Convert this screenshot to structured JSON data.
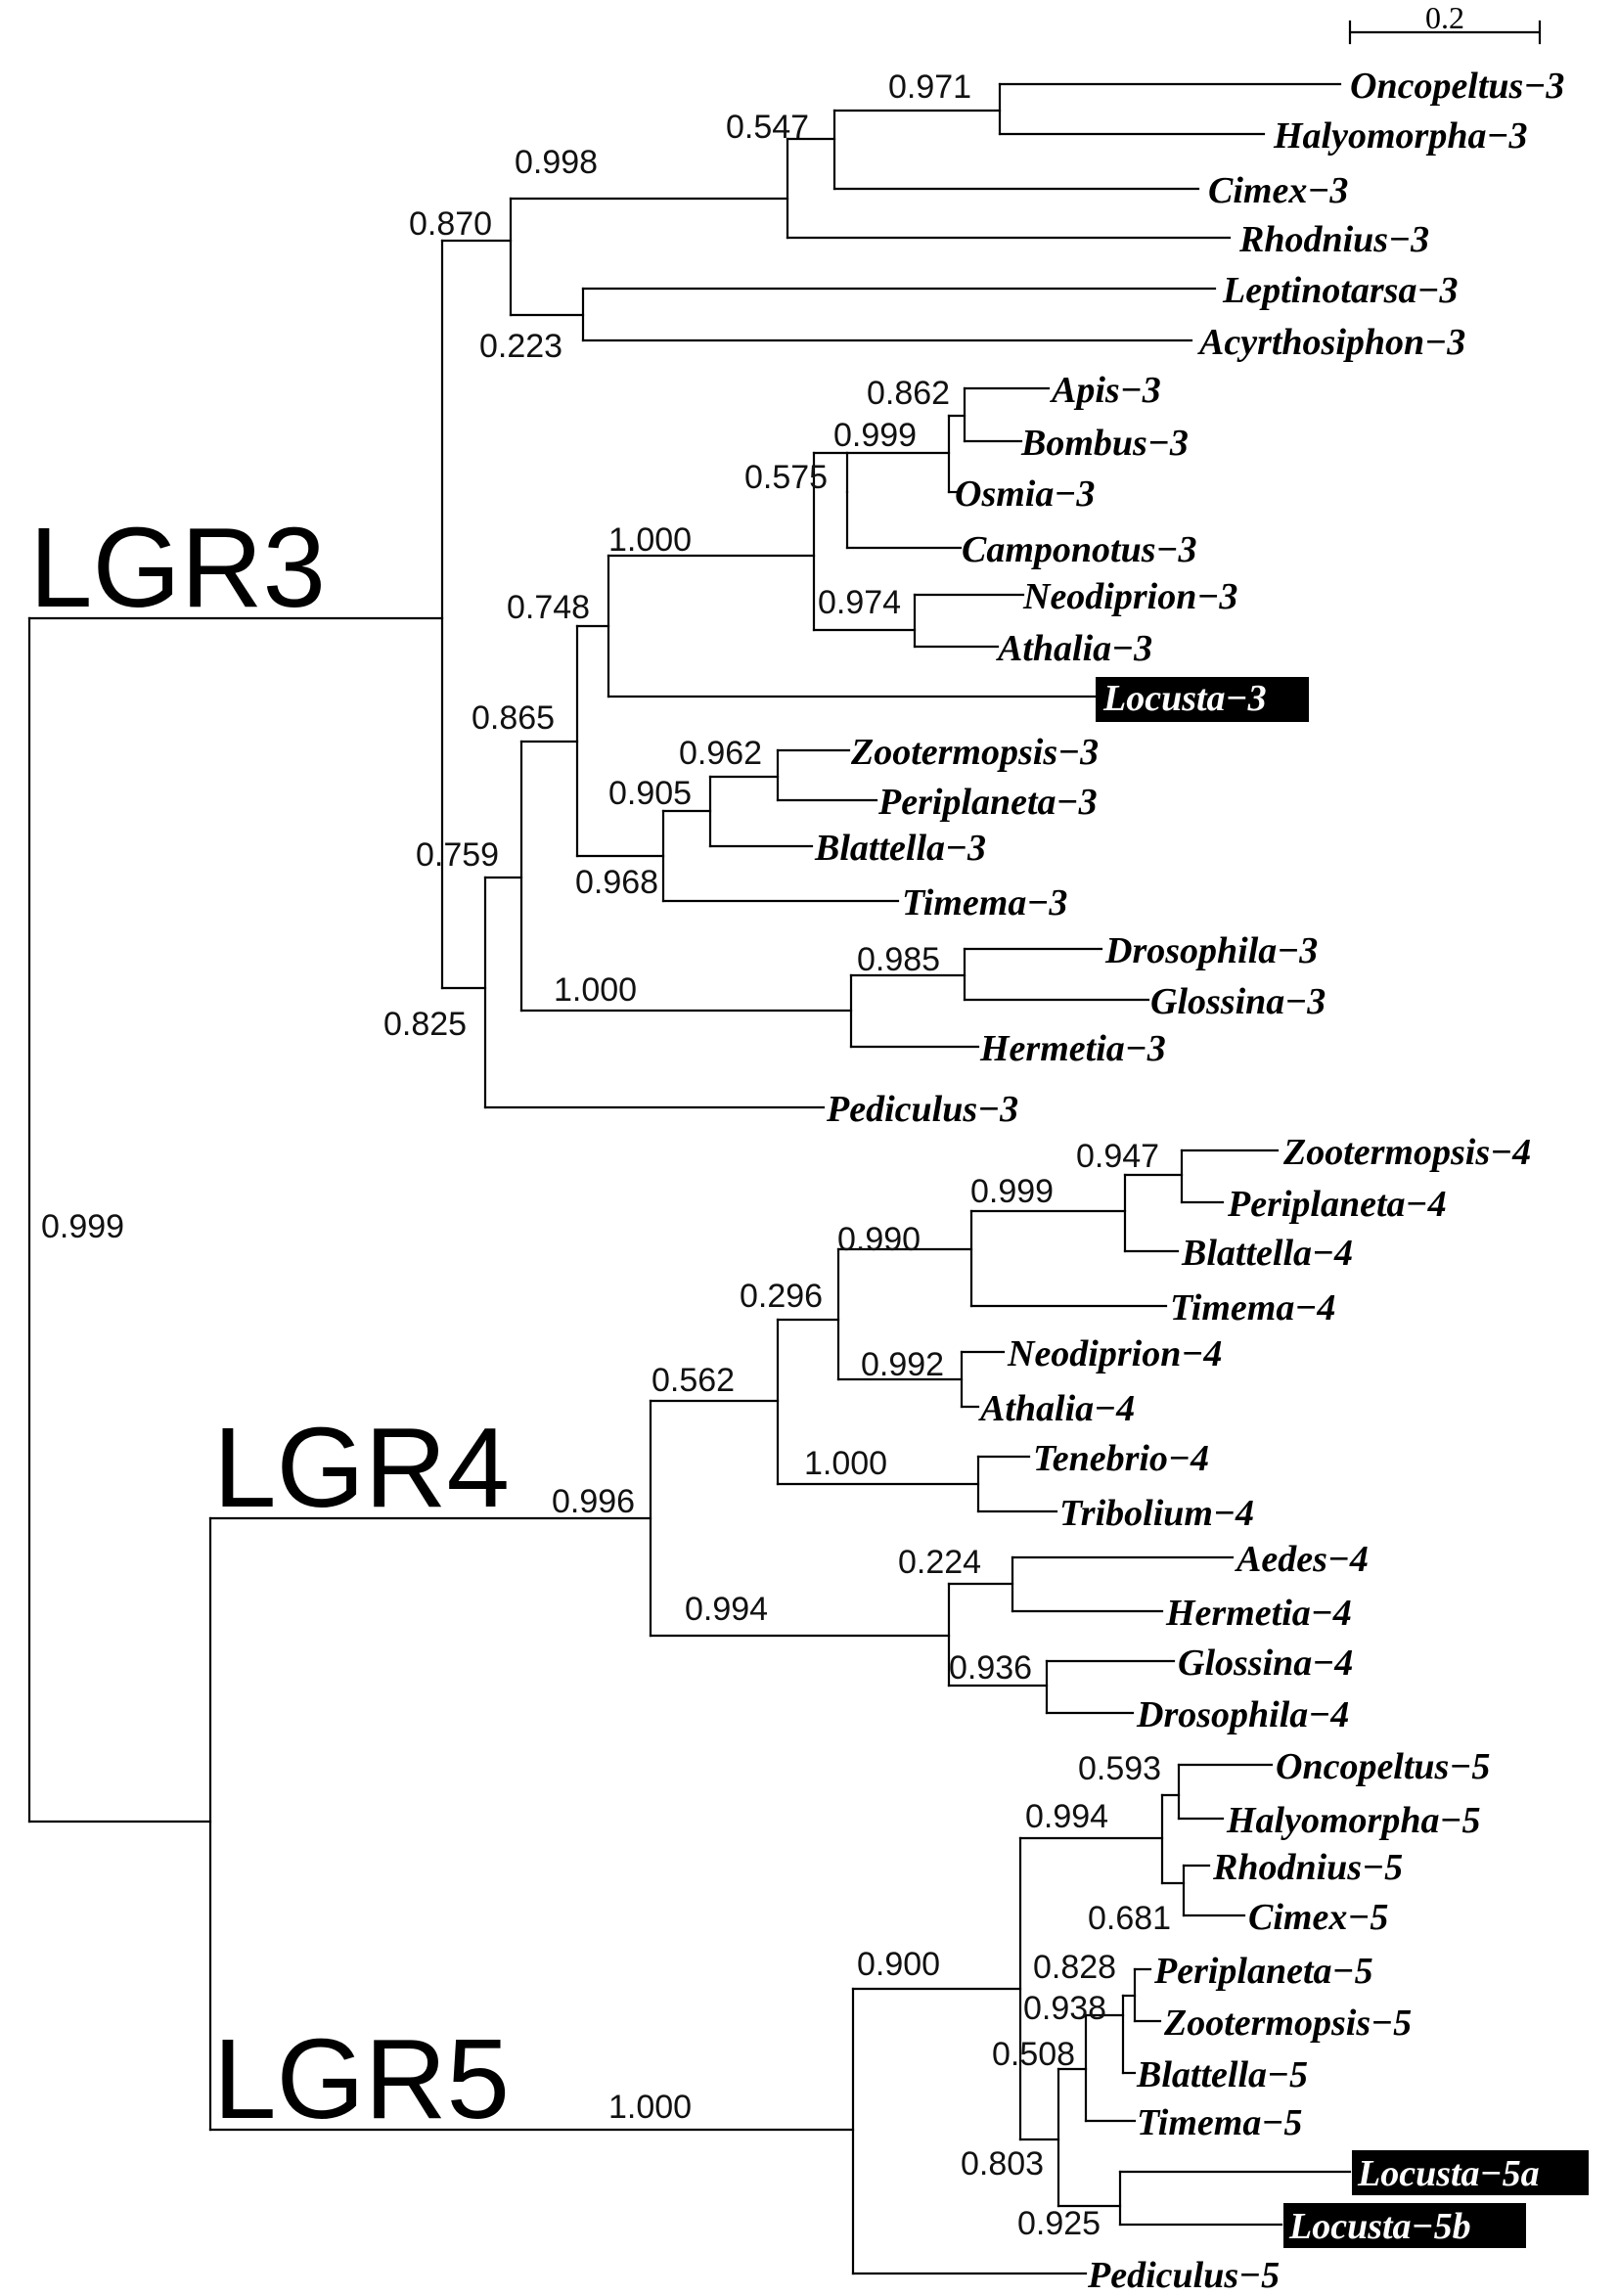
{
  "scale_bar": {
    "label": "0.2"
  },
  "groups": {
    "lgr3": "LGR3",
    "lgr4": "LGR4",
    "lgr5": "LGR5"
  },
  "highlight_colors": {
    "box": "#000000",
    "text": "#ffffff"
  },
  "taxa": [
    {
      "id": "t1",
      "name": "Oncopeltus−3"
    },
    {
      "id": "t2",
      "name": "Halyomorpha−3"
    },
    {
      "id": "t3",
      "name": "Cimex−3"
    },
    {
      "id": "t4",
      "name": "Rhodnius−3"
    },
    {
      "id": "t5",
      "name": "Leptinotarsa−3"
    },
    {
      "id": "t6",
      "name": "Acyrthosiphon−3"
    },
    {
      "id": "t7",
      "name": "Apis−3"
    },
    {
      "id": "t8",
      "name": "Bombus−3"
    },
    {
      "id": "t9",
      "name": "Osmia−3"
    },
    {
      "id": "t10",
      "name": "Camponotus−3"
    },
    {
      "id": "t11",
      "name": "Neodiprion−3"
    },
    {
      "id": "t12",
      "name": "Athalia−3"
    },
    {
      "id": "t13",
      "name": "Locusta−3",
      "highlight": true
    },
    {
      "id": "t14",
      "name": "Zootermopsis−3"
    },
    {
      "id": "t15",
      "name": "Periplaneta−3"
    },
    {
      "id": "t16",
      "name": "Blattella−3"
    },
    {
      "id": "t17",
      "name": "Timema−3"
    },
    {
      "id": "t18",
      "name": "Drosophila−3"
    },
    {
      "id": "t19",
      "name": "Glossina−3"
    },
    {
      "id": "t20",
      "name": "Hermetia−3"
    },
    {
      "id": "t21",
      "name": "Pediculus−3"
    },
    {
      "id": "t22",
      "name": "Zootermopsis−4"
    },
    {
      "id": "t23",
      "name": "Periplaneta−4"
    },
    {
      "id": "t24",
      "name": "Blattella−4"
    },
    {
      "id": "t25",
      "name": "Timema−4"
    },
    {
      "id": "t26",
      "name": "Neodiprion−4"
    },
    {
      "id": "t27",
      "name": "Athalia−4"
    },
    {
      "id": "t28",
      "name": "Tenebrio−4"
    },
    {
      "id": "t29",
      "name": "Tribolium−4"
    },
    {
      "id": "t30",
      "name": "Aedes−4"
    },
    {
      "id": "t31",
      "name": "Hermetia−4"
    },
    {
      "id": "t32",
      "name": "Glossina−4"
    },
    {
      "id": "t33",
      "name": "Drosophila−4"
    },
    {
      "id": "t34",
      "name": "Oncopeltus−5"
    },
    {
      "id": "t35",
      "name": "Halyomorpha−5"
    },
    {
      "id": "t36",
      "name": "Rhodnius−5"
    },
    {
      "id": "t37",
      "name": "Cimex−5"
    },
    {
      "id": "t38",
      "name": "Periplaneta−5"
    },
    {
      "id": "t39",
      "name": "Zootermopsis−5"
    },
    {
      "id": "t40",
      "name": "Blattella−5"
    },
    {
      "id": "t41",
      "name": "Timema−5"
    },
    {
      "id": "t42",
      "name": "Locusta−5a",
      "highlight": true
    },
    {
      "id": "t43",
      "name": "Locusta−5b",
      "highlight": true
    },
    {
      "id": "t44",
      "name": "Pediculus−5"
    }
  ],
  "supports": [
    {
      "id": "s1",
      "value": "0.971"
    },
    {
      "id": "s2",
      "value": "0.547"
    },
    {
      "id": "s3",
      "value": "0.998"
    },
    {
      "id": "s4",
      "value": "0.870"
    },
    {
      "id": "s5",
      "value": "0.223"
    },
    {
      "id": "s6",
      "value": "0.862"
    },
    {
      "id": "s7",
      "value": "0.999"
    },
    {
      "id": "s8",
      "value": "0.575"
    },
    {
      "id": "s9",
      "value": "1.000"
    },
    {
      "id": "s10",
      "value": "0.974"
    },
    {
      "id": "s11",
      "value": "0.748"
    },
    {
      "id": "s12",
      "value": "0.865"
    },
    {
      "id": "s13",
      "value": "0.962"
    },
    {
      "id": "s14",
      "value": "0.905"
    },
    {
      "id": "s15",
      "value": "0.968"
    },
    {
      "id": "s16",
      "value": "0.759"
    },
    {
      "id": "s17",
      "value": "0.985"
    },
    {
      "id": "s18",
      "value": "1.000"
    },
    {
      "id": "s19",
      "value": "0.825"
    },
    {
      "id": "s20",
      "value": "0.999"
    },
    {
      "id": "s21",
      "value": "0.947"
    },
    {
      "id": "s22",
      "value": "0.999"
    },
    {
      "id": "s23",
      "value": "0.990"
    },
    {
      "id": "s24",
      "value": "0.296"
    },
    {
      "id": "s25",
      "value": "0.992"
    },
    {
      "id": "s26",
      "value": "0.562"
    },
    {
      "id": "s27",
      "value": "1.000"
    },
    {
      "id": "s28",
      "value": "0.996"
    },
    {
      "id": "s29",
      "value": "0.224"
    },
    {
      "id": "s30",
      "value": "0.994"
    },
    {
      "id": "s31",
      "value": "0.936"
    },
    {
      "id": "s32",
      "value": "0.593"
    },
    {
      "id": "s33",
      "value": "0.994"
    },
    {
      "id": "s34",
      "value": "0.681"
    },
    {
      "id": "s35",
      "value": "0.828"
    },
    {
      "id": "s36",
      "value": "0.938"
    },
    {
      "id": "s37",
      "value": "0.508"
    },
    {
      "id": "s38",
      "value": "0.900"
    },
    {
      "id": "s39",
      "value": "0.803"
    },
    {
      "id": "s40",
      "value": "0.925"
    },
    {
      "id": "s41",
      "value": "1.000"
    }
  ]
}
